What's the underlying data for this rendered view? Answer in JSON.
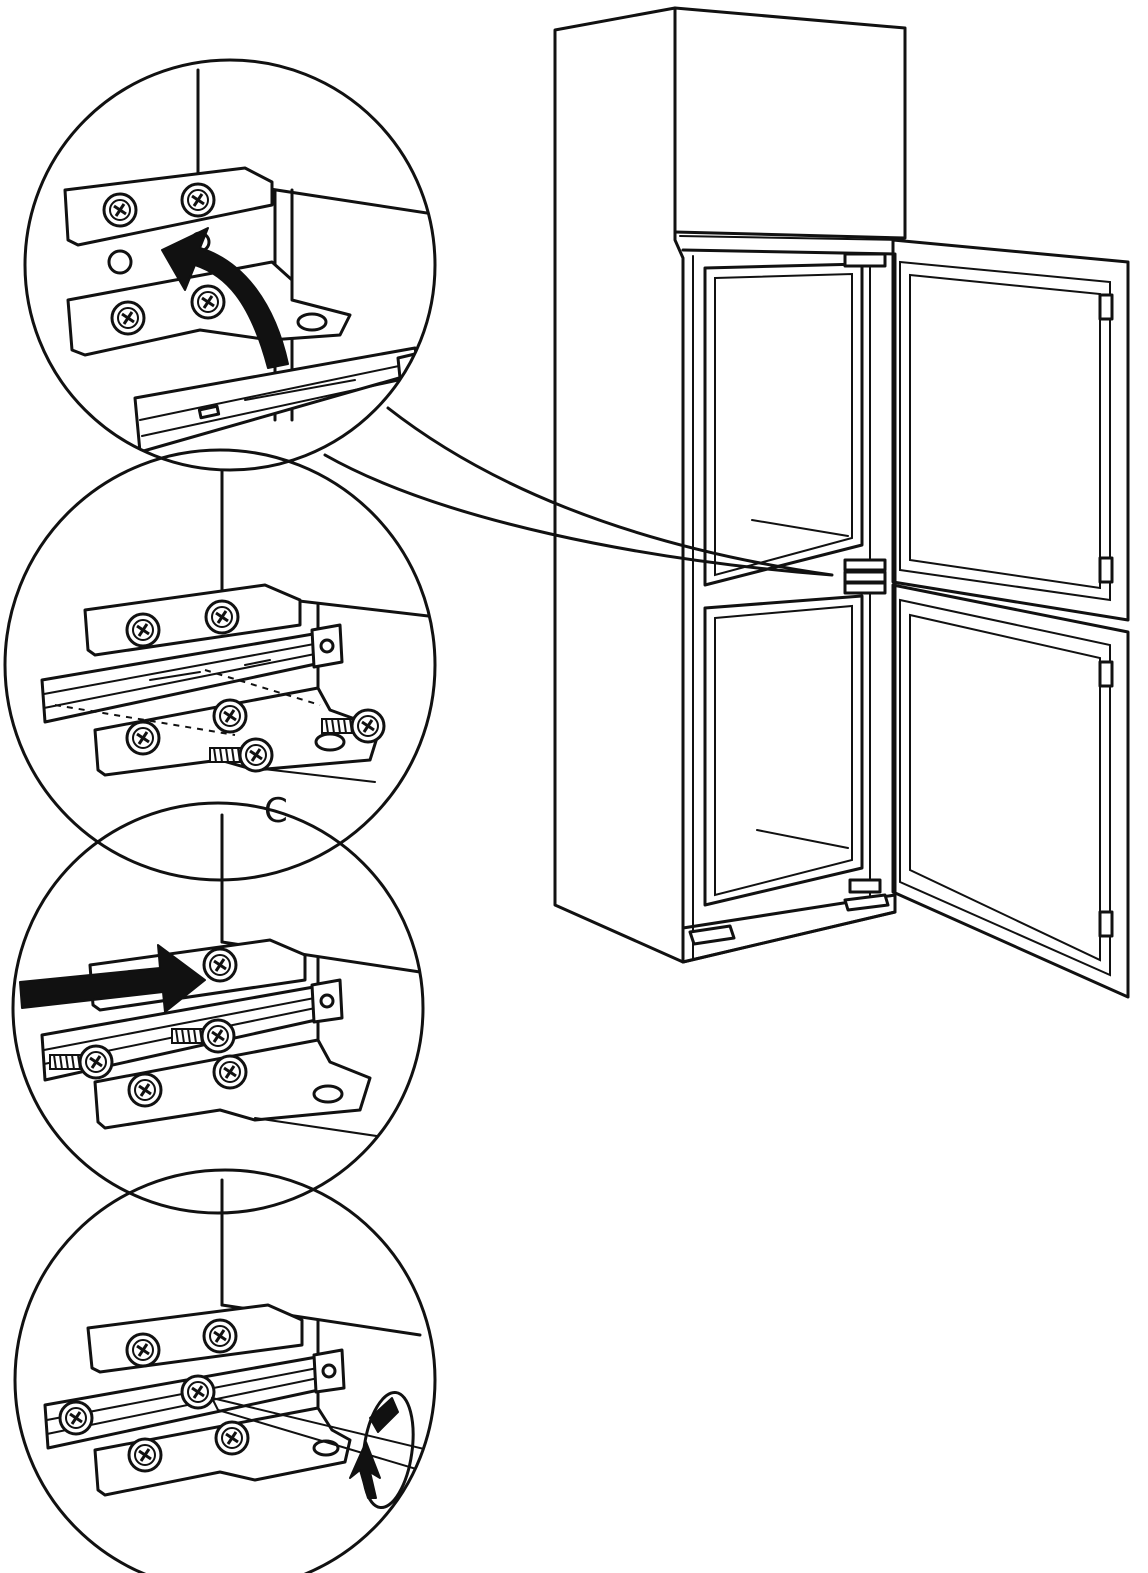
{
  "callout_label": "C",
  "colors": {
    "line": "#111111",
    "background": "#ffffff"
  },
  "detail_steps": [
    {
      "id": "step-1",
      "action": "insert-slide-rail"
    },
    {
      "id": "step-2",
      "action": "position-screws"
    },
    {
      "id": "step-3",
      "action": "push-rail"
    },
    {
      "id": "step-4",
      "action": "tighten-screws"
    }
  ]
}
